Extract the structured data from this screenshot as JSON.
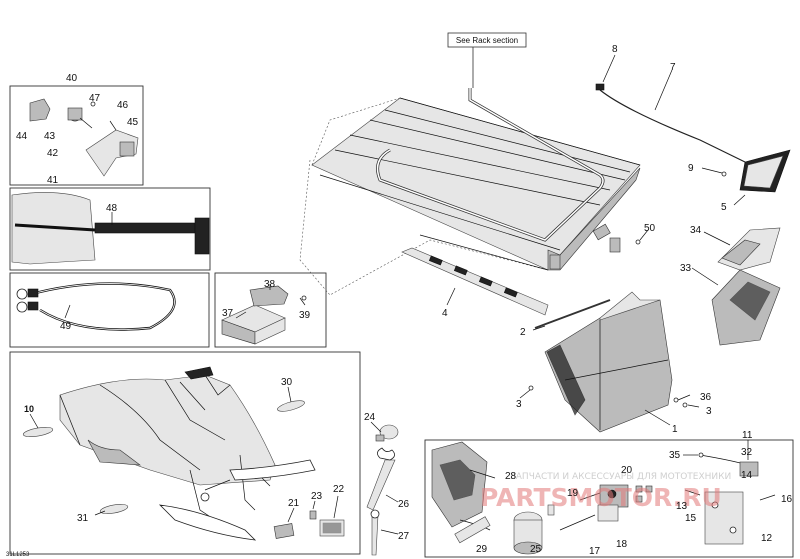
{
  "rack_note": "See Rack section",
  "drawing_code": "31L1253",
  "watermark_line": "ЗАПЧАСТИ И АКСЕССУАРЫ ДЛЯ МОТОТЕХНИКИ",
  "watermark_brand": "PARTSMOTOR.RU",
  "labels": {
    "p1": "1",
    "p2": "2",
    "p3a": "3",
    "p3b": "3",
    "p4": "4",
    "p5": "5",
    "p7": "7",
    "p8": "8",
    "p9": "9",
    "p10": "10",
    "p11": "11",
    "p12": "12",
    "p13": "13",
    "p14": "14",
    "p15": "15",
    "p16": "16",
    "p17": "17",
    "p18": "18",
    "p19": "19",
    "p20": "20",
    "p21": "21",
    "p22": "22",
    "p23": "23",
    "p24": "24",
    "p25": "25",
    "p26": "26",
    "p27": "27",
    "p28": "28",
    "p29": "29",
    "p30": "30",
    "p31": "31",
    "p32": "32",
    "p33": "33",
    "p34": "34",
    "p35": "35",
    "p36": "36",
    "p37": "37",
    "p38": "38",
    "p39": "39",
    "p40": "40",
    "p41": "41",
    "p42": "42",
    "p43": "43",
    "p44": "44",
    "p45": "45",
    "p46": "46",
    "p47": "47",
    "p48": "48",
    "p49": "49",
    "p50": "50"
  }
}
